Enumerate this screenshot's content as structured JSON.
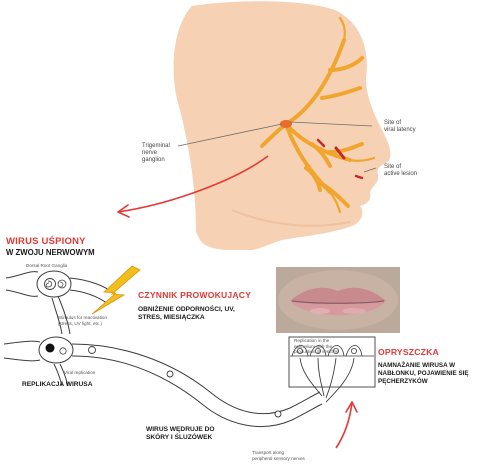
{
  "head_labels": {
    "trigeminal_ganglion": [
      "Trigeminal",
      "nerve",
      "ganglion"
    ],
    "site_latency": [
      "Site of",
      "viral latency"
    ],
    "site_active": [
      "Site of",
      "active lesion"
    ]
  },
  "latent": {
    "title": "WIRUS UŚPIONY",
    "subtitle": "W ZWOJU NERWOWYM",
    "drg_label": "Dorsal Root Ganglia",
    "stimulus_label": [
      "Stimulus for reactivation",
      "(stress, UV light, etc.)"
    ]
  },
  "trigger": {
    "title": "CZYNNIK PROWOKUJĄCY",
    "text": [
      "OBNIŻENIE ODPORNOŚCI, UV,",
      "STRES, MIESIĄCZKA"
    ]
  },
  "replication": {
    "small_label": "Viral replication",
    "text": "REPLIKACJA WIRUSA"
  },
  "transport": {
    "text": [
      "WIRUS WĘDRUJE DO",
      "SKÓRY I ŚLUZÓWEK"
    ],
    "small_label": [
      "Transport along",
      "peripheral sensory nerves"
    ]
  },
  "epithelium": {
    "small_label": [
      "Replication in the",
      "epithelium with the",
      "production of vesicles"
    ]
  },
  "herpes": {
    "title": "OPRYSZCZKA",
    "text": [
      "NAMNAŻANIE WIRUSA W",
      "NABŁONKU, POJAWIENIE SIĘ",
      "PĘCHERZYKÓW"
    ]
  },
  "colors": {
    "skin": "#f6d1b3",
    "nerve": "#f0a62e",
    "accent_red": "#e53935",
    "lightning": "#f2bd1d"
  }
}
